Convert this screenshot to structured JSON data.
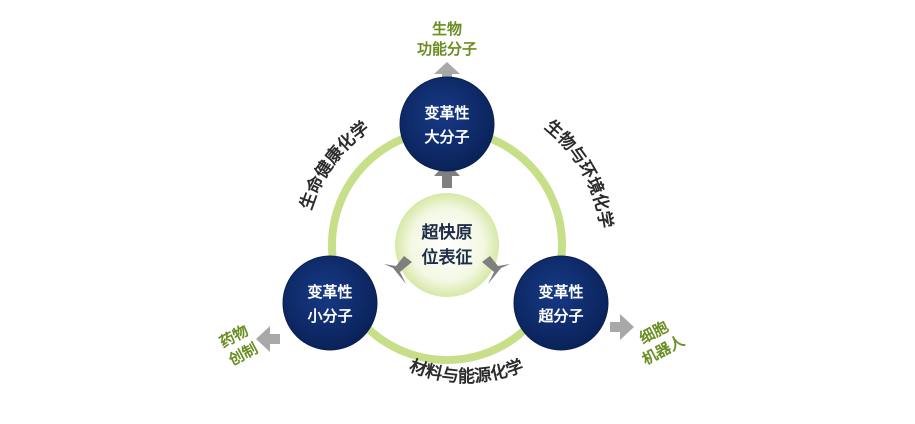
{
  "diagram": {
    "hub": {
      "line1": "超快原",
      "line2": "位表征"
    },
    "nodes": {
      "top": {
        "line1": "变革性",
        "line2": "大分子"
      },
      "left": {
        "line1": "变革性",
        "line2": "小分子"
      },
      "right": {
        "line1": "变革性",
        "line2": "超分子"
      }
    },
    "outputs": {
      "top": {
        "line1": "生物",
        "line2": "功能分子"
      },
      "left": {
        "line1": "药物",
        "line2": "创制"
      },
      "right": {
        "line1": "细胞",
        "line2": "机器人"
      }
    },
    "arcs": {
      "left": "生命健康化学",
      "right": "生物与环境化学",
      "bottom": "材料与能源化学"
    },
    "colors": {
      "node_fill": "#0d2a6b",
      "ring": "#c8df8a",
      "arrow": "#8a8a8a",
      "output_text": "#6b8e23",
      "hub_glow": "#e6f2c4"
    }
  }
}
